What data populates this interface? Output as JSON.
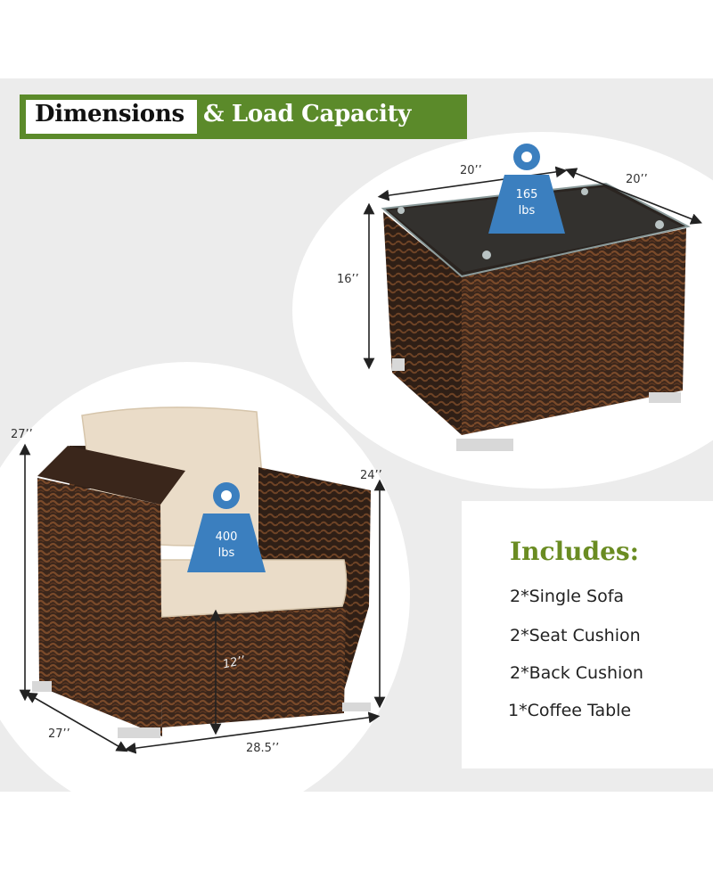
{
  "banner": {
    "title_boxed": "Dimensions",
    "title_rest": "& Load Capacity"
  },
  "table": {
    "width_label": "20’’",
    "depth_label": "20’’",
    "height_label": "16’’",
    "load_value": "165",
    "load_unit": "lbs"
  },
  "sofa": {
    "height_label": "27’’",
    "arm_height_label": "24’’",
    "depth_label": "27’’",
    "width_label": "28.5’’",
    "seat_height_label": "12’’",
    "load_value": "400",
    "load_unit": "lbs"
  },
  "includes": {
    "title": "Includes:",
    "items": [
      "2*Single Sofa",
      "2*Seat Cushion",
      "2*Back Cushion",
      "1*Coffee Table"
    ]
  },
  "colors": {
    "banner_green": "#5b8a2a",
    "title_green": "#6a8c22",
    "weight_blue": "#3b7fbf",
    "wicker_brown": "#3f2a1e"
  }
}
